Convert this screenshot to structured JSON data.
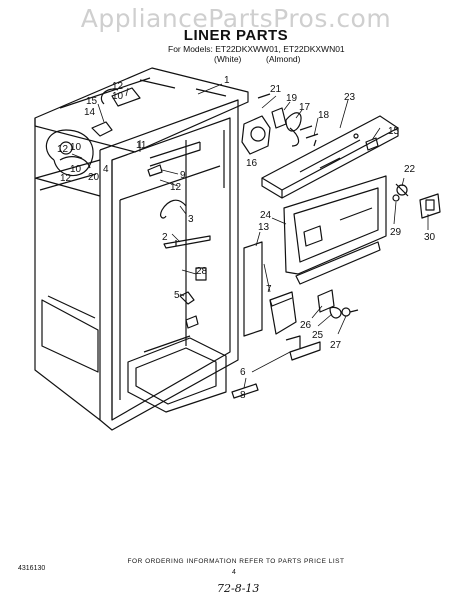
{
  "watermark": "AppliancePartsPros.com",
  "title": "LINER PARTS",
  "models_line": "For Models: ET22DKXWW01, ET22DKXWN01",
  "color_white": "(White)",
  "color_almond": "(Almond)",
  "footer": "FOR ORDERING INFORMATION REFER TO PARTS PRICE LIST",
  "page_number": "4",
  "doc_number": "4316130",
  "handwritten_note": "72-8-13",
  "callouts": [
    "1",
    "2",
    "3",
    "4",
    "5",
    "6",
    "7",
    "8",
    "9",
    "10",
    "10",
    "10",
    "11",
    "12",
    "12",
    "12",
    "12",
    "13",
    "14",
    "15",
    "15",
    "16",
    "17",
    "18",
    "19",
    "20",
    "21",
    "22",
    "23",
    "24",
    "25",
    "26",
    "27",
    "28",
    "29",
    "30"
  ]
}
